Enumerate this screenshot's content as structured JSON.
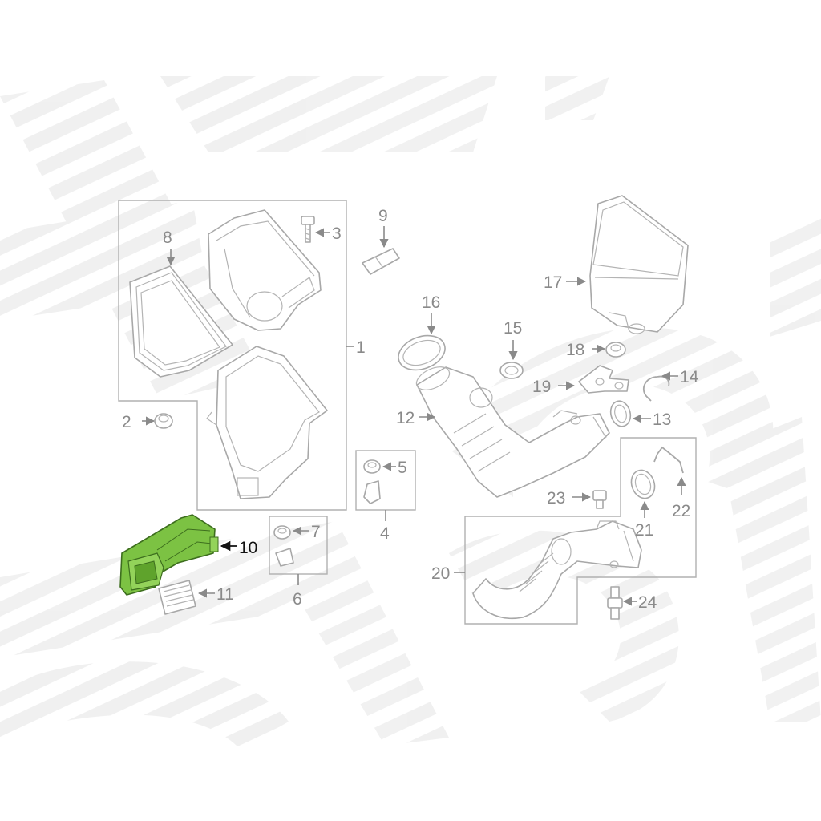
{
  "diagram": {
    "highlight_color": "#7cc243",
    "highlighted_callout": "10",
    "callouts": {
      "c1": "1",
      "c2": "2",
      "c3": "3",
      "c4": "4",
      "c5": "5",
      "c6": "6",
      "c7": "7",
      "c8": "8",
      "c9": "9",
      "c10": "10",
      "c11": "11",
      "c12": "12",
      "c13": "13",
      "c14": "14",
      "c15": "15",
      "c16": "16",
      "c17": "17",
      "c18": "18",
      "c19": "19",
      "c20": "20",
      "c21": "21",
      "c22": "22",
      "c23": "23",
      "c24": "24"
    }
  }
}
